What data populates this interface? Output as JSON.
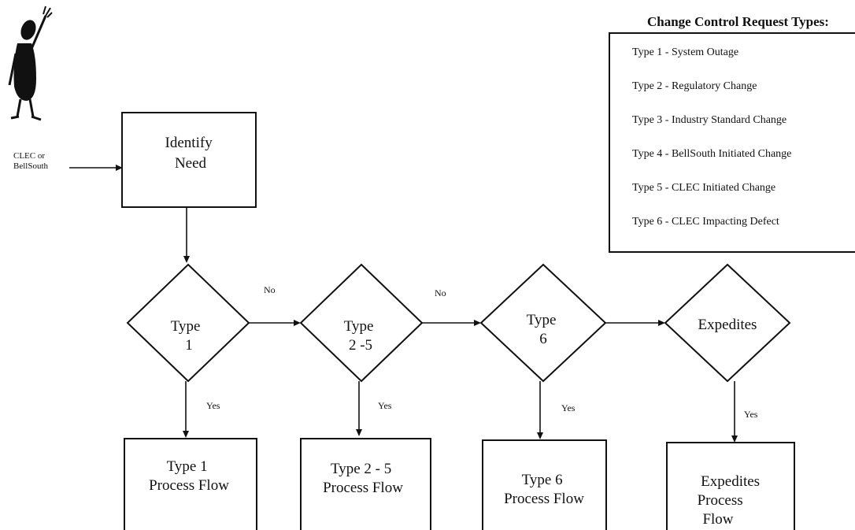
{
  "source": {
    "label_lines": [
      "CLEC or",
      "BellSouth"
    ]
  },
  "identify": {
    "lines": [
      "Identify",
      "Need"
    ]
  },
  "decisions": [
    {
      "id": "type1",
      "lines": [
        "Type",
        "1"
      ]
    },
    {
      "id": "type2-5",
      "lines": [
        "Type",
        "2 -5"
      ]
    },
    {
      "id": "type6",
      "lines": [
        "Type",
        "6"
      ]
    },
    {
      "id": "expedites",
      "lines": [
        "Expedites"
      ]
    }
  ],
  "no_labels": [
    "No",
    "No"
  ],
  "yes_label": "Yes",
  "outcomes": [
    {
      "id": "type1-flow",
      "lines": [
        "Type 1",
        "Process Flow"
      ]
    },
    {
      "id": "type2-5-flow",
      "lines": [
        "Type 2 - 5",
        "Process Flow"
      ]
    },
    {
      "id": "type6-flow",
      "lines": [
        "Type 6",
        "Process Flow"
      ]
    },
    {
      "id": "expedites-flow",
      "lines": [
        "Expedites",
        "Process",
        "Flow"
      ]
    }
  ],
  "legend": {
    "title": "Change Control Request Types:",
    "items": [
      "Type 1 - System Outage",
      "Type 2 - Regulatory Change",
      "Type 3 - Industry Standard Change",
      "Type 4 - BellSouth Initiated Change",
      "Type 5 - CLEC Initiated Change",
      "Type 6 - CLEC Impacting Defect"
    ]
  },
  "icon": "waving-person-icon",
  "colors": {
    "stroke": "#111111",
    "background": "#ffffff"
  }
}
